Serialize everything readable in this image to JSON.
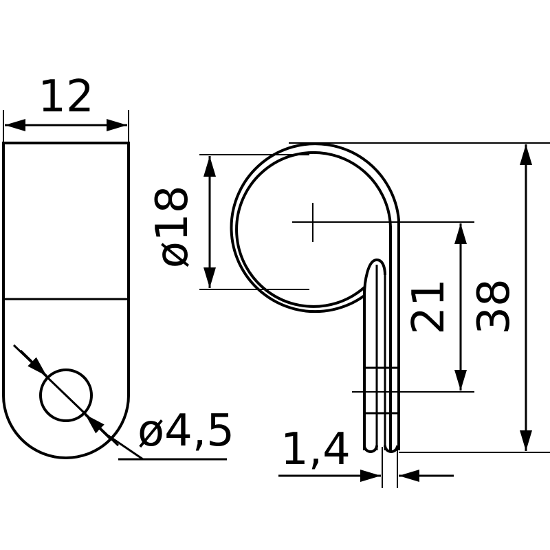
{
  "dimensions": {
    "width": "12",
    "loop_diameter": "ø18",
    "hole_diameter": "ø4,5",
    "center_height": "21",
    "total_height": "38",
    "thickness": "1,4"
  },
  "colors": {
    "ink": "#000000",
    "background": "#ffffff"
  }
}
